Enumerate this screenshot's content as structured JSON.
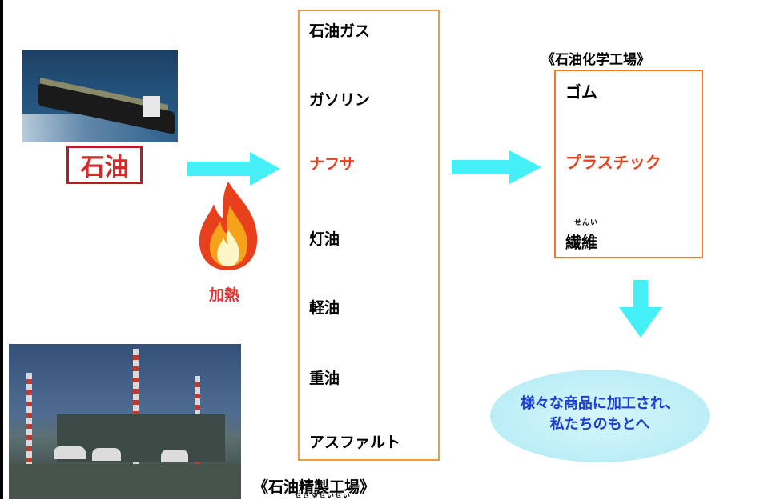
{
  "oil_label": "石油",
  "heat_label": "加熱",
  "refinery_title": "《石油精製工場》",
  "refinery_ruby": "せきゆせいせい",
  "products": [
    {
      "label": "石油ガス",
      "color": "#000000"
    },
    {
      "label": "ガソリン",
      "color": "#000000"
    },
    {
      "label": "ナフサ",
      "color": "#e8401c"
    },
    {
      "label": "灯油",
      "color": "#000000"
    },
    {
      "label": "軽油",
      "color": "#000000"
    },
    {
      "label": "重油",
      "color": "#000000"
    },
    {
      "label": "アスファルト",
      "color": "#000000"
    }
  ],
  "chem_plant": {
    "title": "《石油化学工場》",
    "items": [
      {
        "label": "ゴム",
        "color": "#000000"
      },
      {
        "label": "プラスチック",
        "color": "#e8401c"
      },
      {
        "label": "繊維",
        "color": "#000000",
        "ruby": "せんい"
      }
    ]
  },
  "result": {
    "line1": "様々な商品に加工され、",
    "line2": "私たちのもとへ"
  },
  "colors": {
    "arrow": "#44f0f5",
    "list_border": "#f59a38",
    "oil_border": "#b01f24",
    "ellipse_text": "#1d3fd6"
  },
  "icons": [
    "tanker-photo",
    "fire-icon",
    "refinery-photo",
    "arrow-right-icon",
    "arrow-down-icon"
  ]
}
